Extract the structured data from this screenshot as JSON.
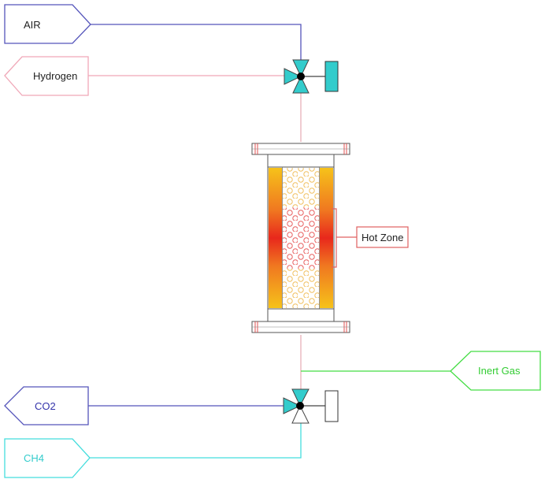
{
  "streams": {
    "air": {
      "label": "AIR",
      "color": "#5555bb"
    },
    "hydrogen": {
      "label": "Hydrogen",
      "color": "#f0a8b8"
    },
    "inert_gas": {
      "label": "Inert Gas",
      "color": "#44dd44"
    },
    "co2": {
      "label": "CO2",
      "color": "#5555bb"
    },
    "ch4": {
      "label": "CH4",
      "color": "#44dddd"
    }
  },
  "reactor": {
    "hot_zone_label": "Hot Zone",
    "hot_zone_color": "#e06060",
    "heater_colors": [
      "#f6c21a",
      "#f07820",
      "#e8281c"
    ]
  },
  "valves": {
    "top": {
      "body_color": "#33cccc",
      "actuator_color": "#33cccc"
    },
    "bottom": {
      "body_color": "#33cccc",
      "actuator_color": "#ffffff"
    }
  },
  "pipe_color": "#e8b0b8"
}
